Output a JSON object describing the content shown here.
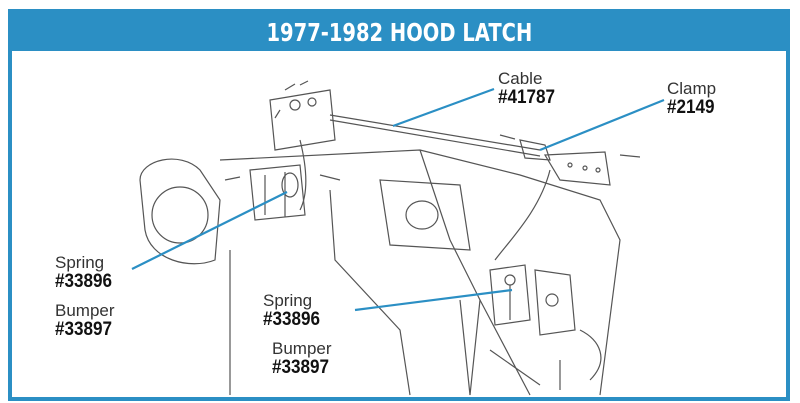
{
  "title": "1977-1982 HOOD LATCH",
  "colors": {
    "accent": "#2b8fc4",
    "leader": "#2b8fc4",
    "ink": "#444444"
  },
  "callouts": [
    {
      "name": "Cable",
      "part": "#41787"
    },
    {
      "name": "Clamp",
      "part": "#2149"
    },
    {
      "name": "Spring",
      "part": "#33896"
    },
    {
      "name": "Bumper",
      "part": "#33897"
    },
    {
      "name": "Spring",
      "part": "#33896"
    },
    {
      "name": "Bumper",
      "part": "#33897"
    }
  ]
}
